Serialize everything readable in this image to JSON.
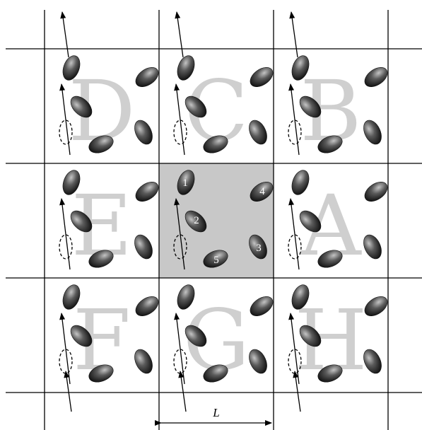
{
  "diagram": {
    "cell_letters": [
      "D",
      "C",
      "B",
      "E",
      "A",
      "F",
      "G",
      "H"
    ],
    "particle_numbers": [
      "1",
      "2",
      "3",
      "4",
      "5"
    ],
    "dimension_label": "L"
  },
  "colors": {
    "central_cell_fill": "#c8c8c8",
    "letter_color": "#cfcfcf",
    "particle_fill": "#3c3c3c"
  }
}
